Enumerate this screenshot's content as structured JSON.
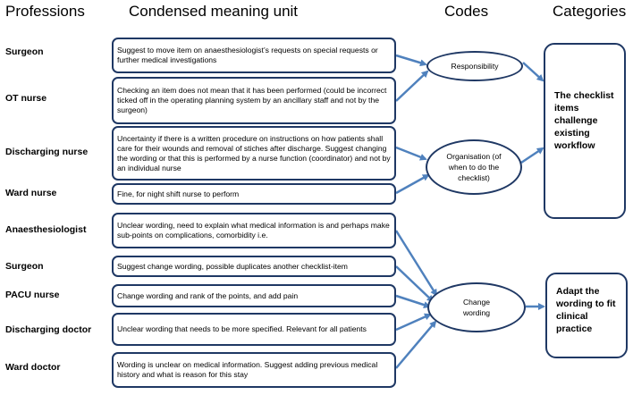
{
  "headers": {
    "professions": "Professions",
    "meaning": "Condensed meaning unit",
    "codes": "Codes",
    "categories": "Categories"
  },
  "rows": [
    {
      "profession": "Surgeon",
      "meaning": "Suggest to move item on anaesthesiologist’s requests on special requests or further medical investigations"
    },
    {
      "profession": "OT nurse",
      "meaning": "Checking an item does not mean that it has been performed (could be incorrect ticked off in the operating planning system by an ancillary staff and not by the surgeon)"
    },
    {
      "profession": "Discharging nurse",
      "meaning": "Uncertainty if there is a written procedure on instructions on how patients shall care for their wounds and removal of stiches after discharge. Suggest changing the wording or that this is performed by a nurse function (coordinator) and not by an individual nurse"
    },
    {
      "profession": "Ward nurse",
      "meaning": "Fine, for night shift nurse to perform"
    },
    {
      "profession": "Anaesthesiologist",
      "meaning": "Unclear wording, need to explain what medical information is and perhaps make sub-points on complications, comorbidity i.e."
    },
    {
      "profession": "Surgeon",
      "meaning": "Suggest change wording, possible duplicates another checklist-item"
    },
    {
      "profession": "PACU nurse",
      "meaning": "Change wording and rank of the points, and add pain"
    },
    {
      "profession": "Discharging doctor",
      "meaning": "Unclear wording that needs to be more specified. Relevant for all patients"
    },
    {
      "profession": "Ward doctor",
      "meaning": "Wording is unclear on medical information. Suggest adding previous medical history and what is reason for this stay"
    }
  ],
  "codes": {
    "responsibility": "Responsibility",
    "organisation": "Organisation (of when to do the checklist)",
    "change_wording": "Change wording"
  },
  "categories": {
    "challenge": "The checklist items challenge existing workflow",
    "adapt": "Adapt the wording to fit clinical practice"
  },
  "colors": {
    "box_border": "#1f3864",
    "arrow": "#4f81bd"
  }
}
